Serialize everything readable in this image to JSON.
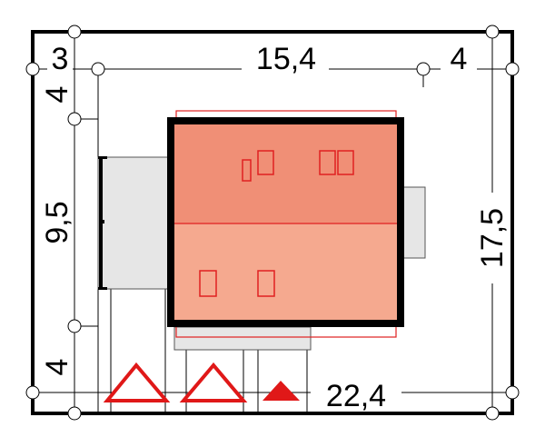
{
  "dimensions": {
    "top_left": "3",
    "top_middle": "15,4",
    "top_right": "4",
    "left_top": "4",
    "left_middle": "9,5",
    "left_bottom": "4",
    "right": "17,5",
    "bottom_right": "22,4"
  },
  "colors": {
    "border": "#000000",
    "roof_upper": "#f08f76",
    "roof_lower": "#f5a98f",
    "roof_outline": "#e02020",
    "annex": "#e6e6e6",
    "marker_red": "#e01818"
  },
  "icons": [
    "circle-marker",
    "triangle-outline-icon",
    "triangle-filled-icon"
  ]
}
